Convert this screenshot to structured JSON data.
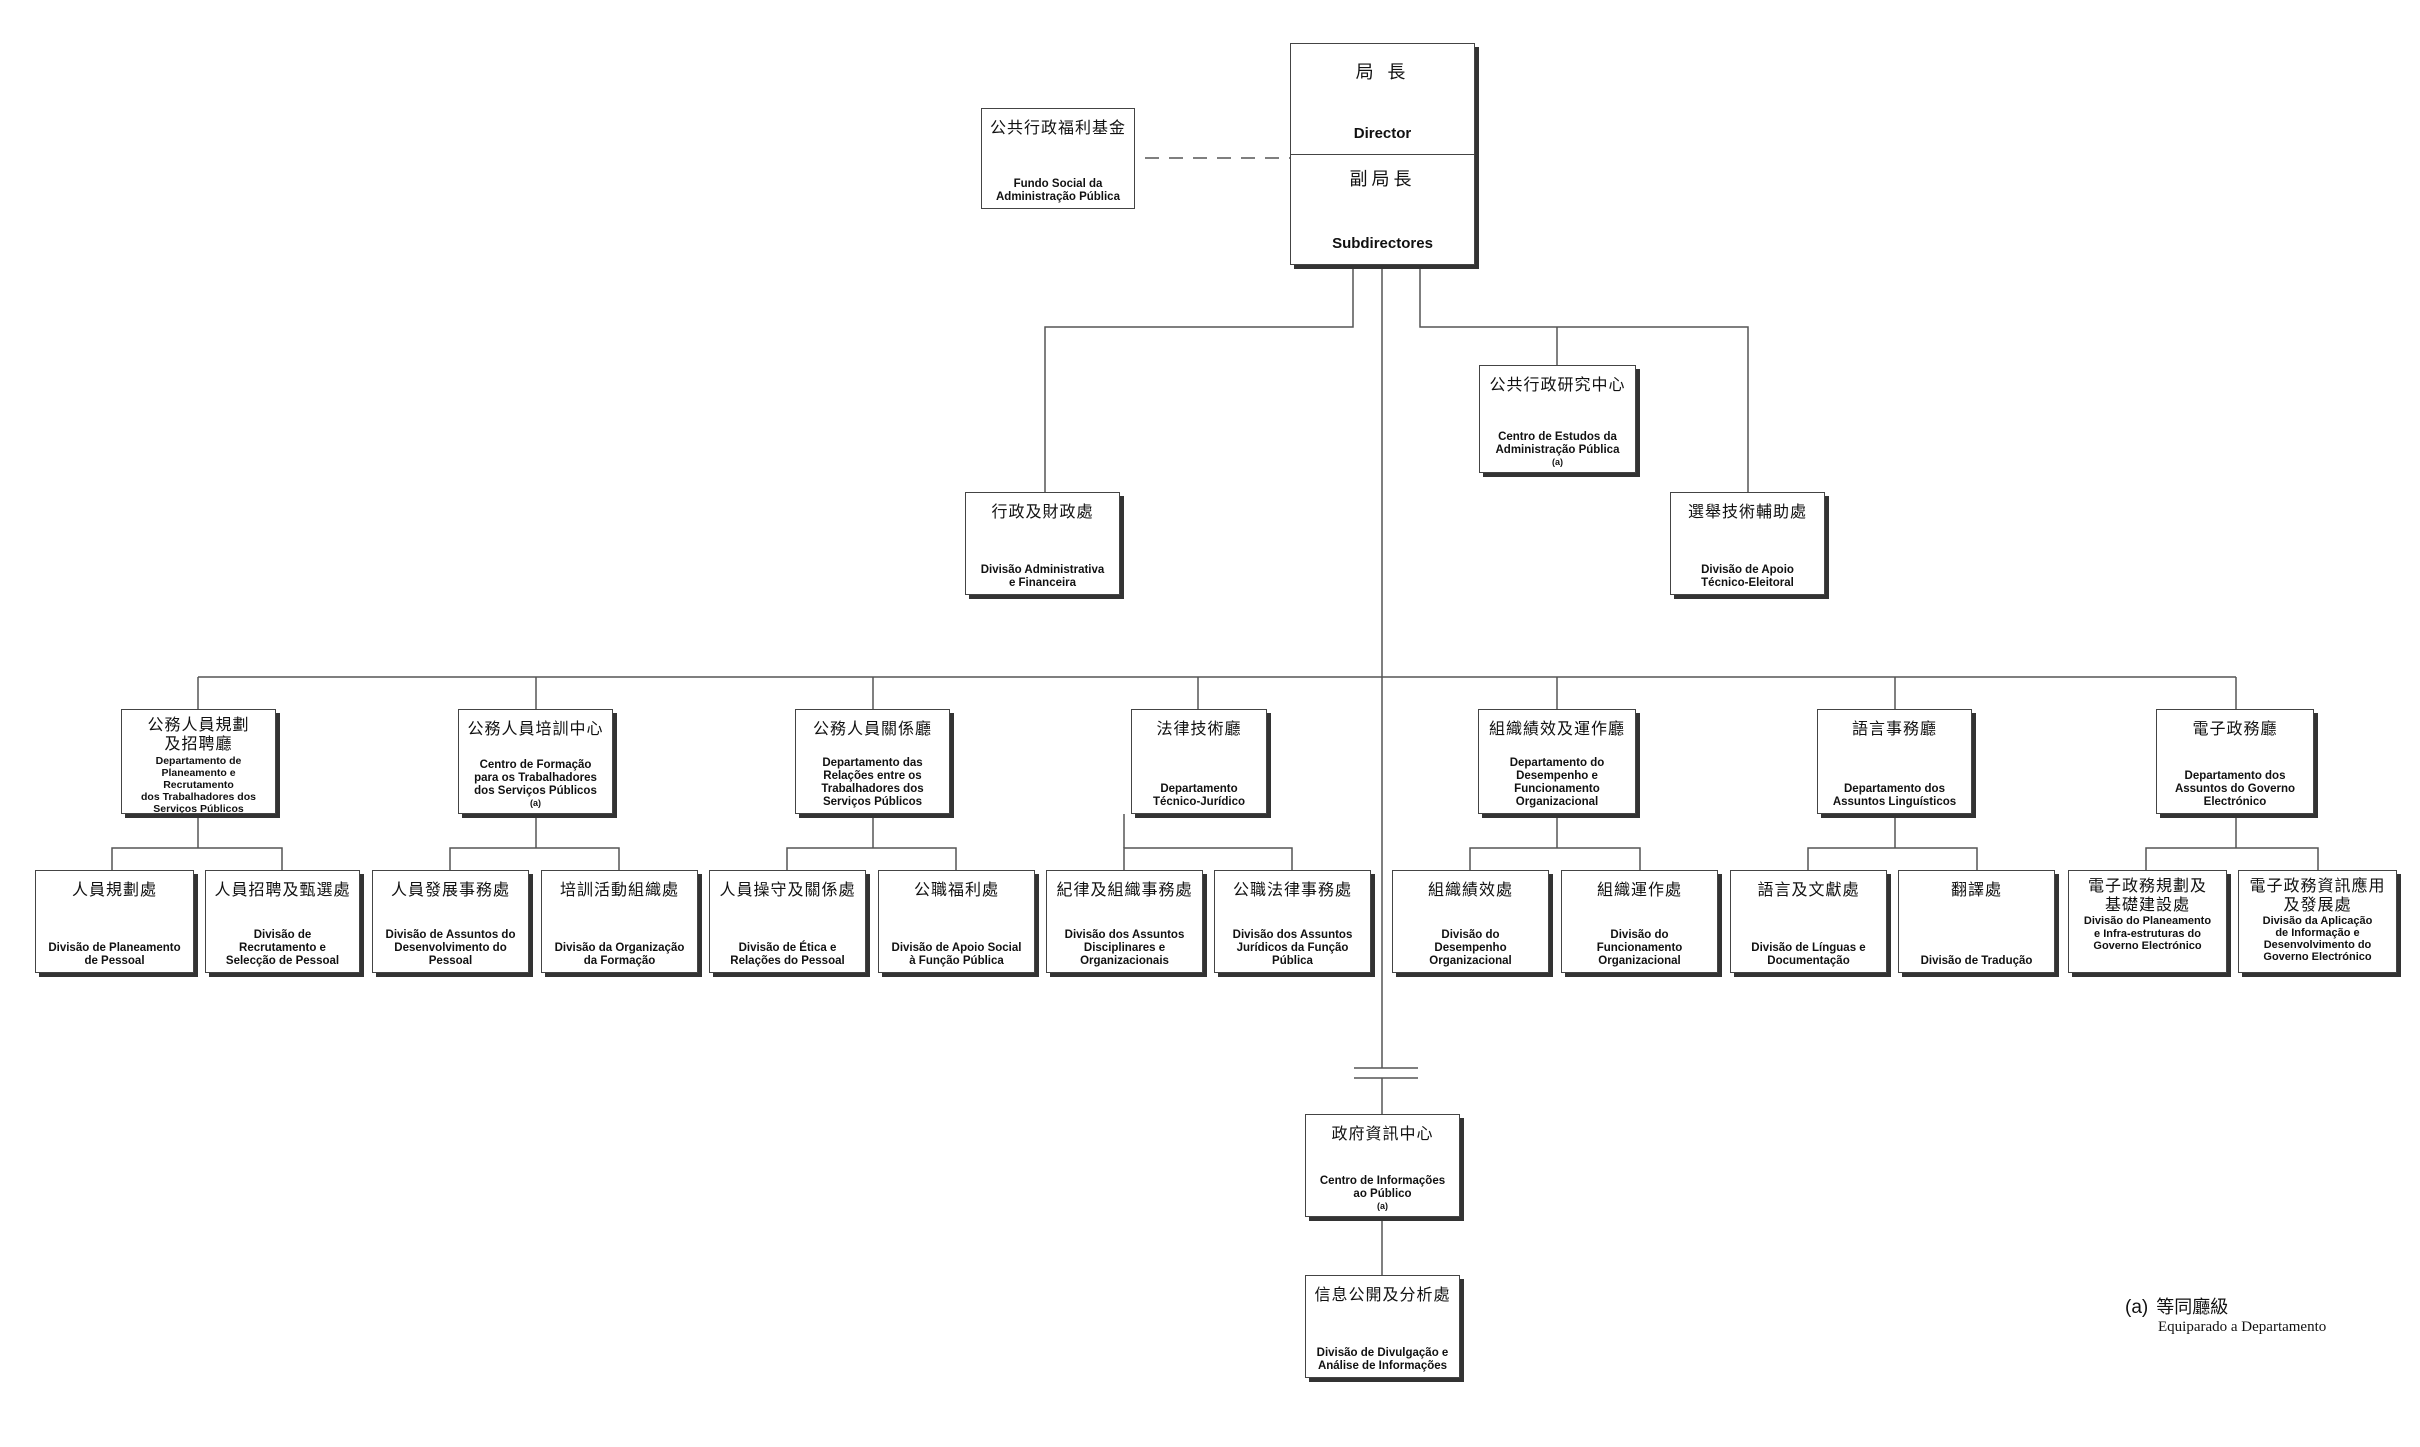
{
  "director": {
    "zh": "局 長",
    "pt": "Director"
  },
  "subdirector": {
    "zh": "副局長",
    "pt": "Subdirectores"
  },
  "fund": {
    "zh": "公共行政福利基金",
    "pt": "Fundo Social da\nAdministração Pública"
  },
  "research_centre": {
    "zh": "公共行政研究中心",
    "pt": "Centro de Estudos da\nAdministração Pública",
    "note": "(a)"
  },
  "admin_finance": {
    "zh": "行政及財政處",
    "pt": "Divisão Administrativa\ne Financeira"
  },
  "electoral": {
    "zh": "選舉技術輔助處",
    "pt": "Divisão de Apoio\nTécnico-Eleitoral"
  },
  "departments": [
    {
      "zh": "公務人員規劃\n及招聘廳",
      "pt": "Departamento de\nPlaneamento e Recrutamento\ndos Trabalhadores dos\nServiços Públicos"
    },
    {
      "zh": "公務人員培訓中心",
      "pt": "Centro de Formação\npara os Trabalhadores\ndos Serviços Públicos",
      "note": "(a)"
    },
    {
      "zh": "公務人員關係廳",
      "pt": "Departamento das\nRelações entre os\nTrabalhadores dos\nServiços Públicos"
    },
    {
      "zh": "法律技術廳",
      "pt": "Departamento\nTécnico-Jurídico"
    },
    {
      "zh": "組織績效及運作廳",
      "pt": "Departamento do\nDesempenho e\nFuncionamento\nOrganizacional"
    },
    {
      "zh": "語言事務廳",
      "pt": "Departamento dos\nAssuntos Linguísticos"
    },
    {
      "zh": "電子政務廳",
      "pt": "Departamento dos\nAssuntos do Governo\nElectrónico"
    }
  ],
  "divisions": [
    {
      "zh": "人員規劃處",
      "pt": "Divisão de Planeamento\nde Pessoal"
    },
    {
      "zh": "人員招聘及甄選處",
      "pt": "Divisão de\nRecrutamento e\nSelecção de Pessoal"
    },
    {
      "zh": "人員發展事務處",
      "pt": "Divisão de Assuntos do\nDesenvolvimento do\nPessoal"
    },
    {
      "zh": "培訓活動組織處",
      "pt": "Divisão da Organização\nda Formação"
    },
    {
      "zh": "人員操守及關係處",
      "pt": "Divisão de Ética e\nRelações do Pessoal"
    },
    {
      "zh": "公職福利處",
      "pt": "Divisão de Apoio Social\nà Função Pública"
    },
    {
      "zh": "紀律及組織事務處",
      "pt": "Divisão dos Assuntos\nDisciplinares e\nOrganizacionais"
    },
    {
      "zh": "公職法律事務處",
      "pt": "Divisão dos Assuntos\nJurídicos da Função\nPública"
    },
    {
      "zh": "組織績效處",
      "pt": "Divisão do\nDesempenho\nOrganizacional"
    },
    {
      "zh": "組織運作處",
      "pt": "Divisão do\nFuncionamento\nOrganizacional"
    },
    {
      "zh": "語言及文獻處",
      "pt": "Divisão de Línguas e\nDocumentação"
    },
    {
      "zh": "翻譯處",
      "pt": "Divisão de Tradução"
    },
    {
      "zh": "電子政務規劃及\n基礎建設處",
      "pt": "Divisão do Planeamento\ne Infra-estruturas do\nGoverno Electrónico"
    },
    {
      "zh": "電子政務資訊應用\n及發展處",
      "pt": "Divisão da Aplicação\nde Informação e\nDesenvolvimento do\nGoverno Electrónico"
    }
  ],
  "info_centre": {
    "zh": "政府資訊中心",
    "pt": "Centro de Informações\nao Público",
    "note": "(a)"
  },
  "info_division": {
    "zh": "信息公開及分析處",
    "pt": "Divisão de Divulgação e\nAnálise de Informações"
  },
  "legend": {
    "tag": "(a)",
    "zh": "等同廳級",
    "pt": "Equiparado a Departamento"
  }
}
